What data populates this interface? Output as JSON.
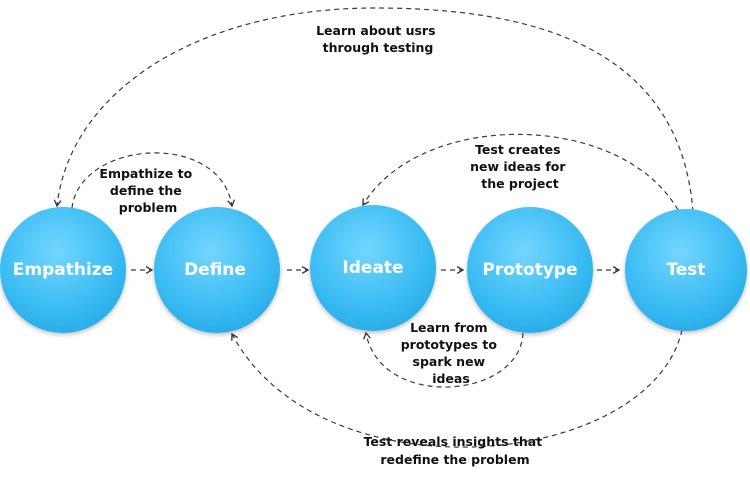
{
  "nodes": [
    {
      "id": "empathize",
      "label": "Empathize"
    },
    {
      "id": "define",
      "label": "Define"
    },
    {
      "id": "ideate",
      "label": "Ideate"
    },
    {
      "id": "prototype",
      "label": "Prototype"
    },
    {
      "id": "test",
      "label": "Test"
    }
  ],
  "annotations": {
    "learn_users": [
      "Learn about usrs",
      "through testing"
    ],
    "empathize_define": [
      "Empathize to",
      "define the",
      "problem"
    ],
    "test_ideas": [
      "Test creates",
      "new ideas for",
      "the project"
    ],
    "learn_prototypes": [
      "Learn from",
      "prototypes to",
      "spark new",
      "ideas"
    ],
    "test_reveals": [
      "Test reveals insights that",
      "redefine the problem"
    ]
  },
  "colors": {
    "circle_light": "#6fd2ff",
    "circle_main": "#3bbcf3",
    "circle_dark": "#1e9bd8",
    "arrow": "#3a3a3a"
  }
}
